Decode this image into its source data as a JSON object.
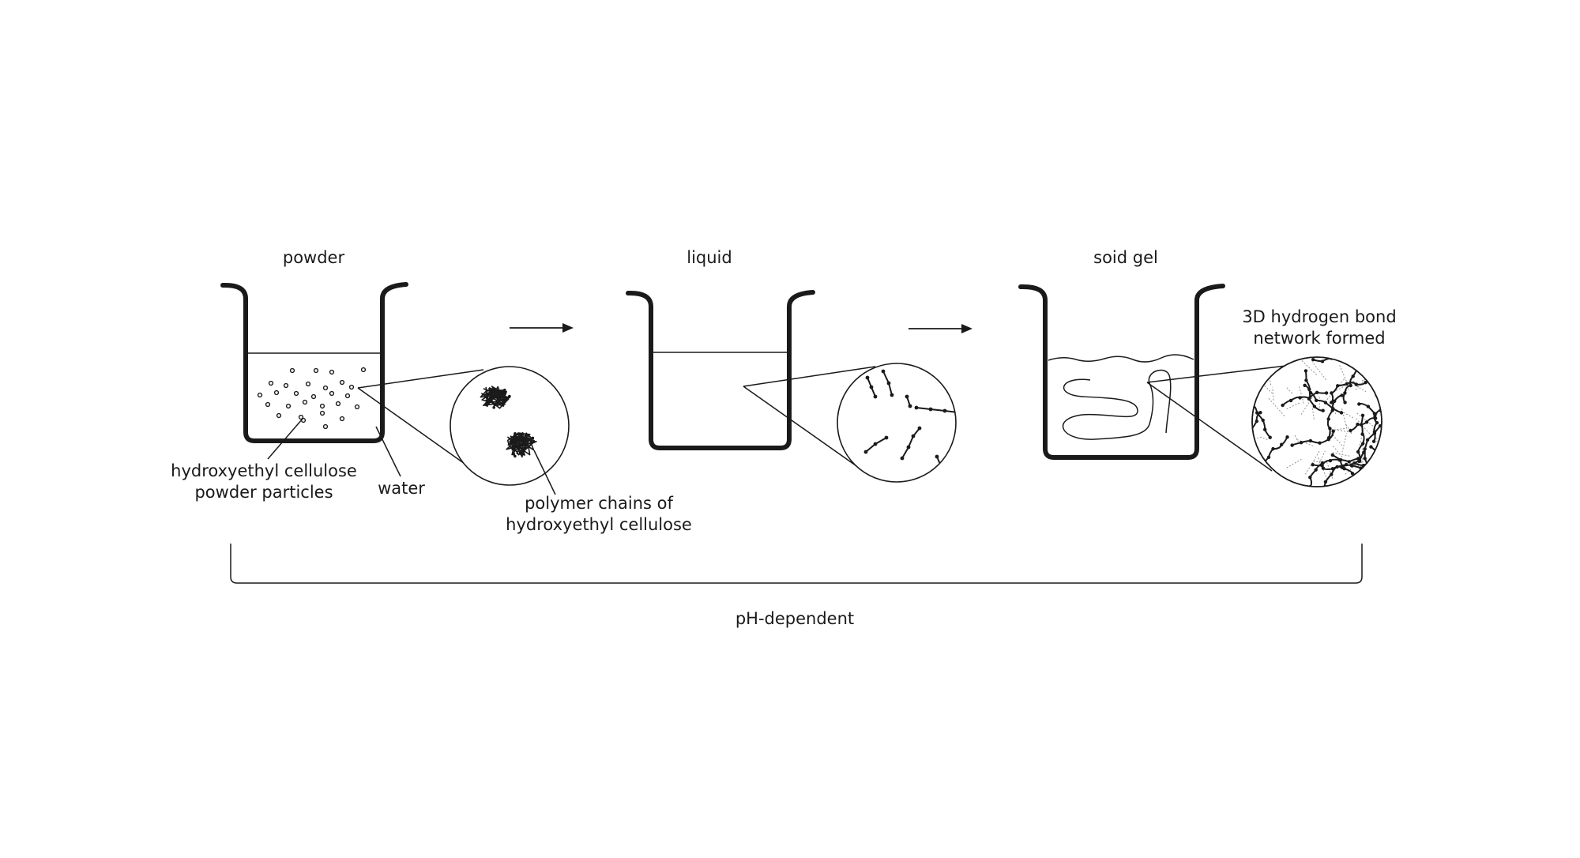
{
  "stages": {
    "powder": {
      "title": "powder"
    },
    "liquid": {
      "title": "liquid"
    },
    "gel": {
      "title": "soid gel"
    }
  },
  "labels": {
    "particles_line1": "hydroxyethyl cellulose",
    "particles_line2": "powder particles",
    "water": "water",
    "chains_line1": "polymer chains of",
    "chains_line2": "hydroxyethyl cellulose",
    "network_line1": "3D hydrogen bond",
    "network_line2": "network formed"
  },
  "bracket": {
    "label": "pH-dependent"
  }
}
